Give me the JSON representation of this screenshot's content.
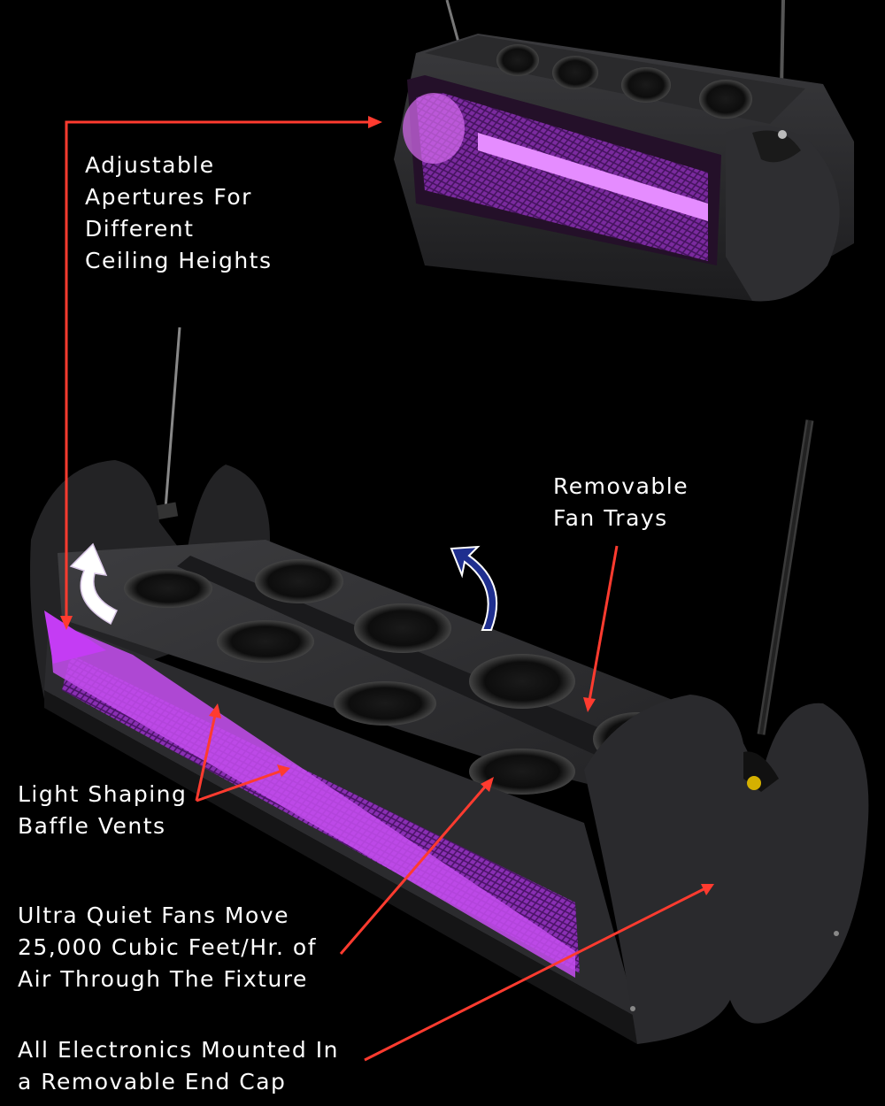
{
  "labels": {
    "apertures": [
      "Adjustable",
      "Apertures For",
      "Different",
      "Ceiling Heights"
    ],
    "fan_trays": [
      "Removable",
      "Fan Trays"
    ],
    "baffle": [
      "Light Shaping",
      "Baffle Vents"
    ],
    "fans": [
      "Ultra Quiet Fans Move",
      "25,000 Cubic Feet/Hr. of",
      "Air Through The Fixture"
    ],
    "electronics": [
      "All Electronics Mounted In",
      "a Removable End Cap"
    ]
  },
  "colors": {
    "background": "#000000",
    "callout_arrow": "#ff3b2f",
    "uv_glow": "#c23cff",
    "housing": "#2b2b2d",
    "rotate_arrow_white": "#ffffff",
    "rotate_arrow_blue": "#1f2f8f"
  }
}
